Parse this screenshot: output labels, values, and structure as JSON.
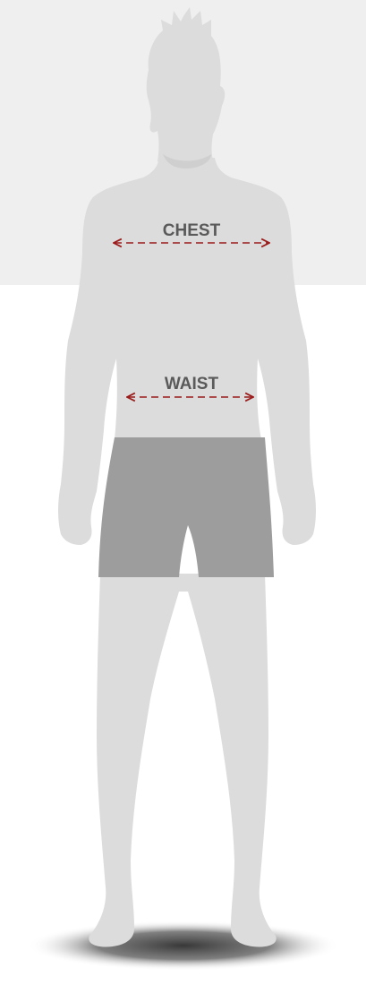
{
  "measurements": {
    "chest": {
      "label": "CHEST"
    },
    "waist": {
      "label": "WAIST"
    }
  },
  "colors": {
    "backdrop_panel": "#efefef",
    "page_background": "#ffffff",
    "body_silhouette": "#dcdcdc",
    "body_shadow": "#cfcfcf",
    "shorts": "#9d9d9d",
    "ground_shadow": "#4a4a4a",
    "measure_line": "#9b1b1b",
    "label_text": "#5a5a5a"
  },
  "figure": {
    "subject": "male-silhouette",
    "garment": "boxer-shorts"
  }
}
